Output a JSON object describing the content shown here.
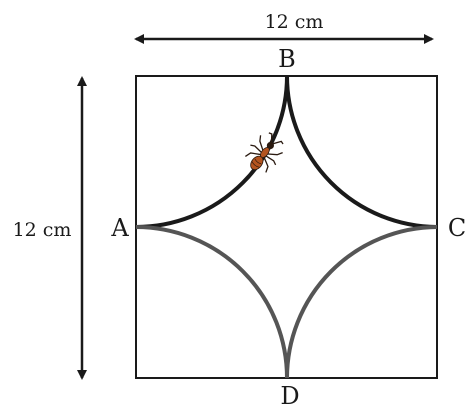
{
  "dimensions": {
    "top": "12 cm",
    "left": "12 cm"
  },
  "points": {
    "a": "A",
    "b": "B",
    "c": "C",
    "d": "D"
  },
  "colors": {
    "square": "#1a1a1a",
    "arc_dark": "#1a1a1a",
    "arc_grey": "#555555",
    "arrow": "#1a1a1a",
    "ant_body": "#b4541f",
    "ant_dark": "#2a1a10"
  },
  "icons": {
    "ant": "ant-icon"
  }
}
